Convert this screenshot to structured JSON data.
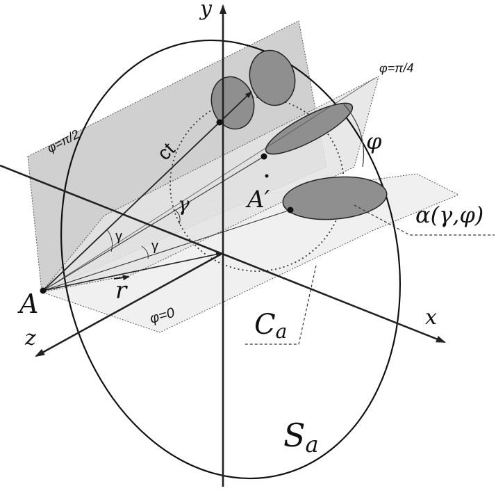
{
  "figure": {
    "axes": {
      "y": "y",
      "x": "x",
      "z": "z"
    },
    "angles": {
      "phi_pi_4": "φ=π/4",
      "phi_pi_2": "φ=π/2",
      "phi_0": "φ=0",
      "phi": "φ",
      "gamma_top": "γ",
      "gamma_left": "γ",
      "gamma_mid": "γ"
    },
    "labels": {
      "ct": "ct",
      "A_base": "A",
      "A_prime_base": "A",
      "A_prime_mark": "′",
      "r_vec": "r",
      "alpha_func": "α(γ,φ)",
      "C_base": "C",
      "C_sub": "a",
      "S_base": "S",
      "S_sub": "a"
    }
  }
}
